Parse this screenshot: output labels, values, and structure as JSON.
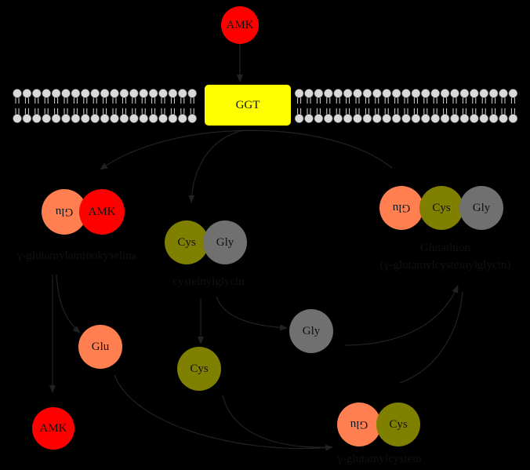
{
  "colors": {
    "background": "#000000",
    "membrane_head": "#d9d9d9",
    "ggt": "#ffff00",
    "amk": "#ff0000",
    "glu": "#ff7f50",
    "cys": "#808000",
    "gly": "#707070"
  },
  "nodes": {
    "amk_top": "AMK",
    "ggt": "GGT",
    "glu_amk_glu": "Glu",
    "glu_amk_amk": "AMK",
    "cysgly_cys": "Cys",
    "cysgly_gly": "Gly",
    "gsh_glu": "Glu",
    "gsh_cys": "Cys",
    "gsh_gly": "Gly",
    "glu_free": "Glu",
    "gly_free": "Gly",
    "cys_free": "Cys",
    "amk_bottom": "AMK",
    "gglucys_glu": "Glu",
    "gglucys_cys": "Cys"
  },
  "labels": {
    "gamma_glutamyl_amino_acid": "γ-glutamylaminokyselina",
    "cysteinylglycine": "cysteinylglycin",
    "glutathione_line1": "Glutathion",
    "glutathione_line2": "(γ-glutamylcysteinylglycin)",
    "gamma_glutamylcysteine": "γ-glutamylcystein"
  }
}
